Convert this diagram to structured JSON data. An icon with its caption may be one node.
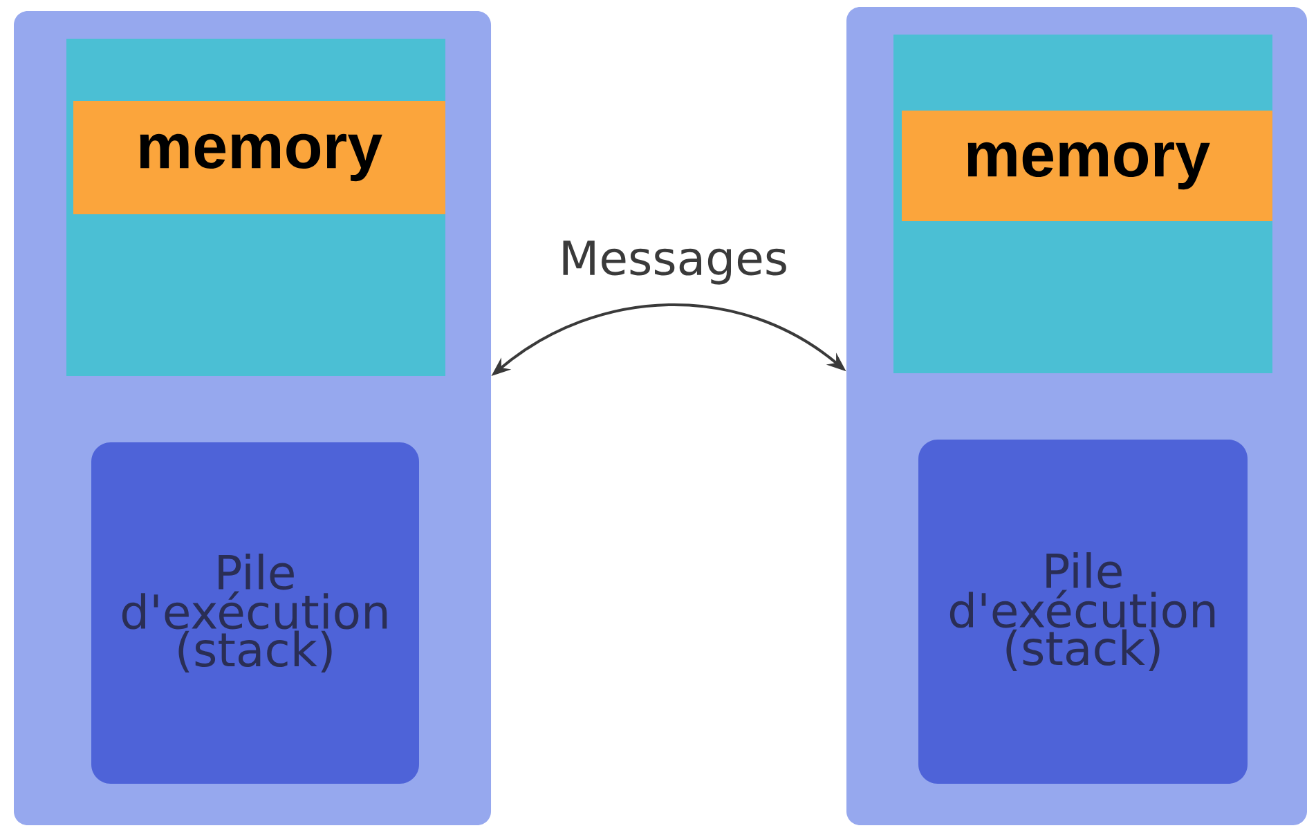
{
  "diagram": {
    "nodes": [
      {
        "text": [],
        "shape": "box"
      },
      {
        "text": [],
        "shape": "box",
        "in": 0
      },
      {
        "text": [
          "memory"
        ],
        "in": 1
      },
      {
        "text": [
          "Pile d'exécution (stack)"
        ],
        "in": 0
      },
      {
        "text": [],
        "shape": "box"
      },
      {
        "text": [],
        "shape": "box",
        "in": 4
      },
      {
        "text": [
          "memory"
        ],
        "in": 5
      },
      {
        "text": [
          "Pile d'exécution (stack)"
        ],
        "in": 4
      }
    ],
    "edges": [
      {
        "from": 0,
        "to": 4,
        "arrow": "both",
        "label": "Messages"
      }
    ]
  }
}
